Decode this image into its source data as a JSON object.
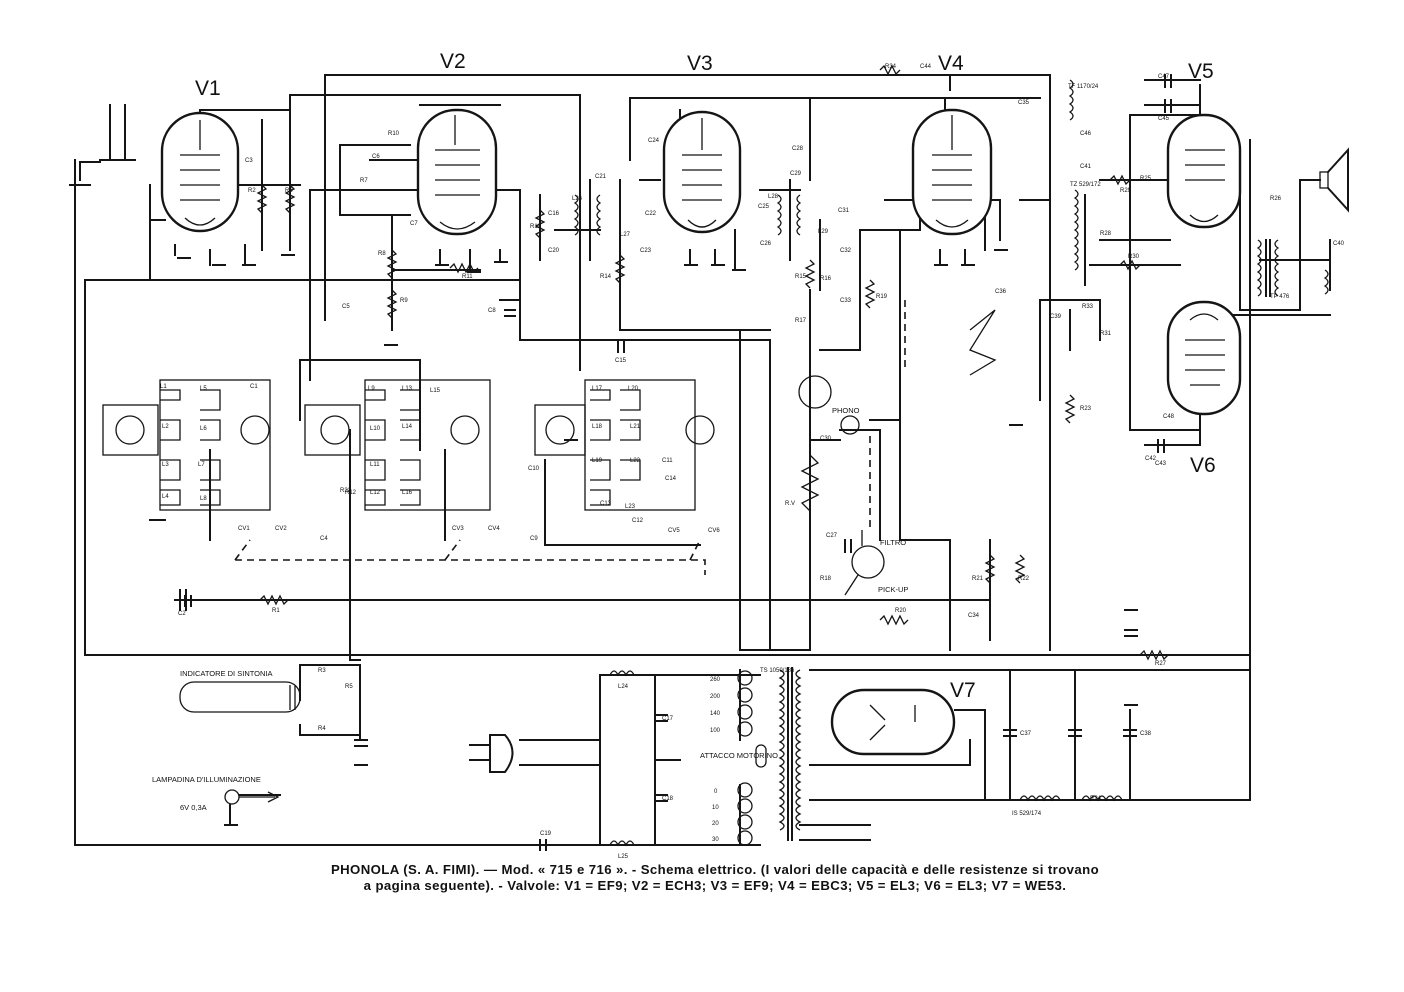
{
  "tubes": [
    {
      "id": "V1",
      "label": "V1"
    },
    {
      "id": "V2",
      "label": "V2"
    },
    {
      "id": "V3",
      "label": "V3"
    },
    {
      "id": "V4",
      "label": "V4"
    },
    {
      "id": "V5",
      "label": "V5"
    },
    {
      "id": "V6",
      "label": "V6"
    },
    {
      "id": "V7",
      "label": "V7"
    }
  ],
  "annotations": {
    "indicator": "INDICATORE DI SINTONIA",
    "lamp": "LAMPADINA D'ILLUMINAZIONE",
    "lamp_spec": "6V 0,3A",
    "phono": "PHONO",
    "filter": "FILTRO",
    "pickup": "PICK-UP",
    "motor": "ATTACCO MOTORINO",
    "transformer": "TS 1050/186",
    "voltage_taps": [
      "260",
      "200",
      "140",
      "100"
    ],
    "motor_taps": [
      "0",
      "10",
      "20",
      "30"
    ],
    "coil_ref_1": "TF 1170/24",
    "coil_ref_2": "TZ 529/172",
    "choke_ref": "IS 529/174",
    "speaker_ref": "TP 476"
  },
  "components": {
    "resistors": [
      "R1",
      "R2",
      "R3",
      "R4",
      "R5",
      "R6",
      "R7",
      "R8",
      "R9",
      "R10",
      "R11",
      "R12",
      "R13",
      "R14",
      "R15",
      "R16",
      "R17",
      "R18",
      "R19",
      "R20",
      "R21",
      "R22",
      "R23",
      "R24",
      "R25",
      "R26",
      "R27",
      "R28",
      "R29",
      "R30",
      "R31",
      "R32",
      "R33",
      "R34",
      "R.V"
    ],
    "capacitors": [
      "C1",
      "C2",
      "C3",
      "C4",
      "C5",
      "C6",
      "C7",
      "C8",
      "C9",
      "C10",
      "C11",
      "C12",
      "C13",
      "C14",
      "C15",
      "C16",
      "C17",
      "C18",
      "C19",
      "C20",
      "C21",
      "C22",
      "C23",
      "C24",
      "C25",
      "C26",
      "C27",
      "C28",
      "C29",
      "C30",
      "C31",
      "C32",
      "C33",
      "C34",
      "C35",
      "C36",
      "C37",
      "C38",
      "C39",
      "C40",
      "C41",
      "C42",
      "C43",
      "C44",
      "C45",
      "C46",
      "C47",
      "C48"
    ],
    "coils": [
      "L1",
      "L2",
      "L3",
      "L4",
      "L5",
      "L6",
      "L7",
      "L8",
      "L9",
      "L10",
      "L11",
      "L12",
      "L13",
      "L14",
      "L15",
      "L16",
      "L17",
      "L18",
      "L19",
      "L20",
      "L21",
      "L22",
      "L23",
      "L24",
      "L25",
      "L26",
      "L27",
      "L28",
      "L29"
    ],
    "variable_caps": [
      "CV1",
      "CV2",
      "CV3",
      "CV4",
      "CV5",
      "CV6"
    ]
  },
  "caption": {
    "line1": "PHONOLA (S. A. FIMI). — Mod. « 715 e 716 ». - Schema elettrico. (I valori delle capacità e delle resistenze si trovano",
    "line2": "a pagina seguente). - Valvole: V1 = EF9; V2 = ECH3; V3 = EF9; V4 = EBC3; V5 = EL3; V6 = EL3; V7 = WE53."
  }
}
